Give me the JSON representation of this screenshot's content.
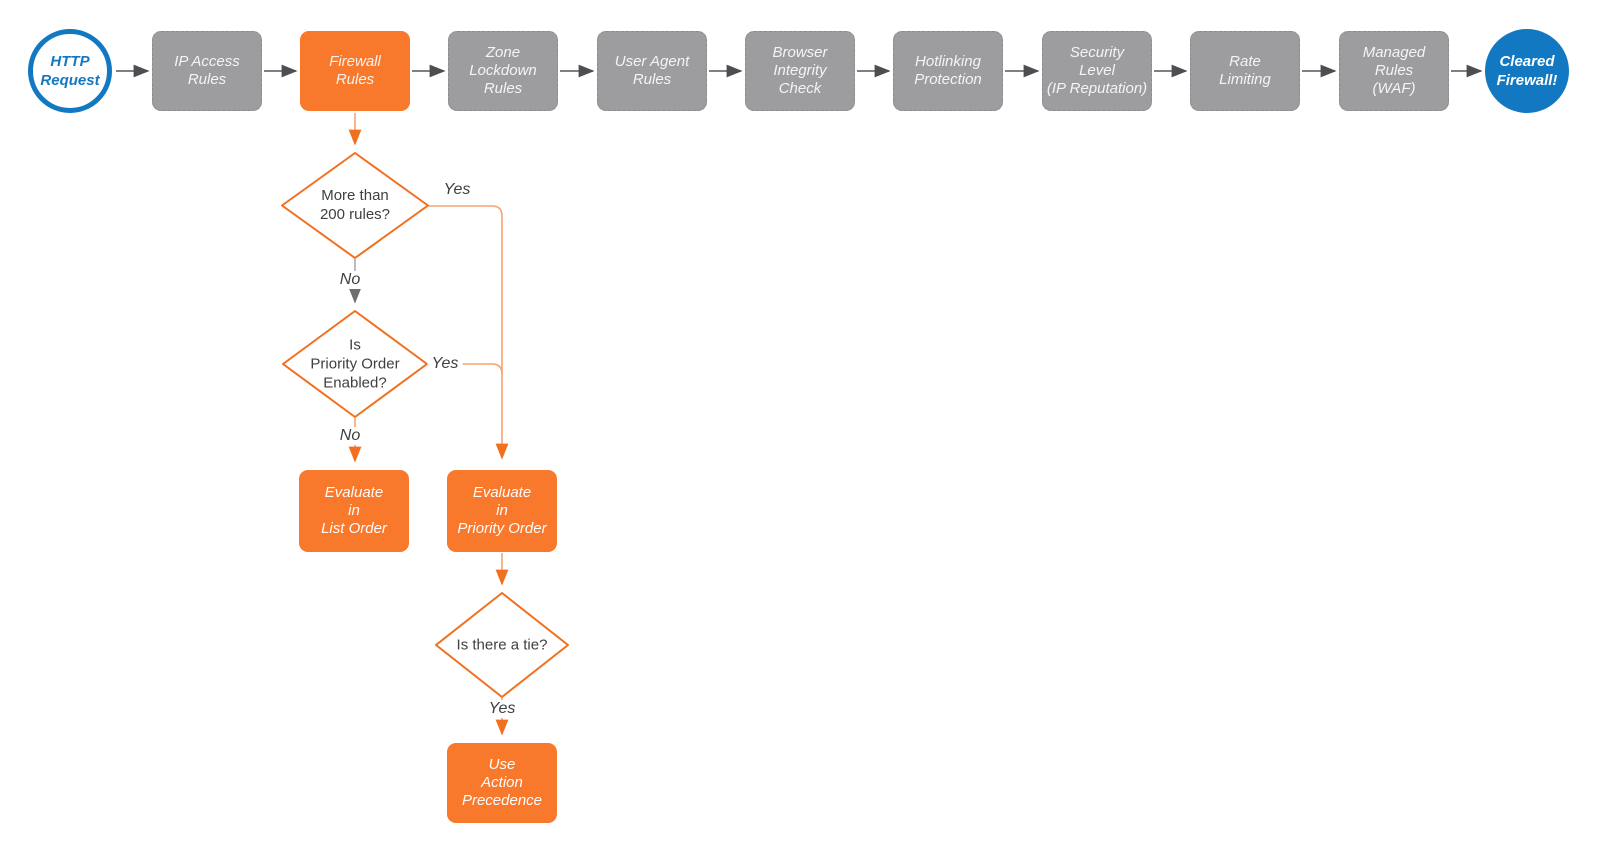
{
  "colors": {
    "orange_fill": "#F8782C",
    "orange_stroke": "#F26F1E",
    "orange_wire": "#F6A372",
    "gray_fill": "#9D9DA0",
    "blue": "#1278C2",
    "wire_dark": "#55565A",
    "text_dark": "#3F3F3F",
    "text_light": "#F4F4F4"
  },
  "flow": {
    "start": "HTTP\nRequest",
    "end": "Cleared\nFirewall!",
    "stages": [
      {
        "label": "IP Access\nRules"
      },
      {
        "label": "Firewall\nRules"
      },
      {
        "label": "Zone\nLockdown\nRules"
      },
      {
        "label": "User Agent\nRules"
      },
      {
        "label": "Browser\nIntegrity\nCheck"
      },
      {
        "label": "Hotlinking\nProtection"
      },
      {
        "label": "Security\nLevel\n(IP Reputation)"
      },
      {
        "label": "Rate\nLimiting"
      },
      {
        "label": "Managed\nRules\n(WAF)"
      }
    ],
    "decisions": [
      {
        "question": "More than\n200 rules?",
        "yes": "Yes",
        "no": "No"
      },
      {
        "question": "Is\nPriority Order\nEnabled?",
        "yes": "Yes",
        "no": "No"
      },
      {
        "question": "Is there a tie?",
        "yes": "Yes"
      }
    ],
    "outcomes": [
      {
        "label": "Evaluate\nin\nList Order"
      },
      {
        "label": "Evaluate\nin\nPriority Order"
      },
      {
        "label": "Use\nAction\nPrecedence"
      }
    ]
  }
}
